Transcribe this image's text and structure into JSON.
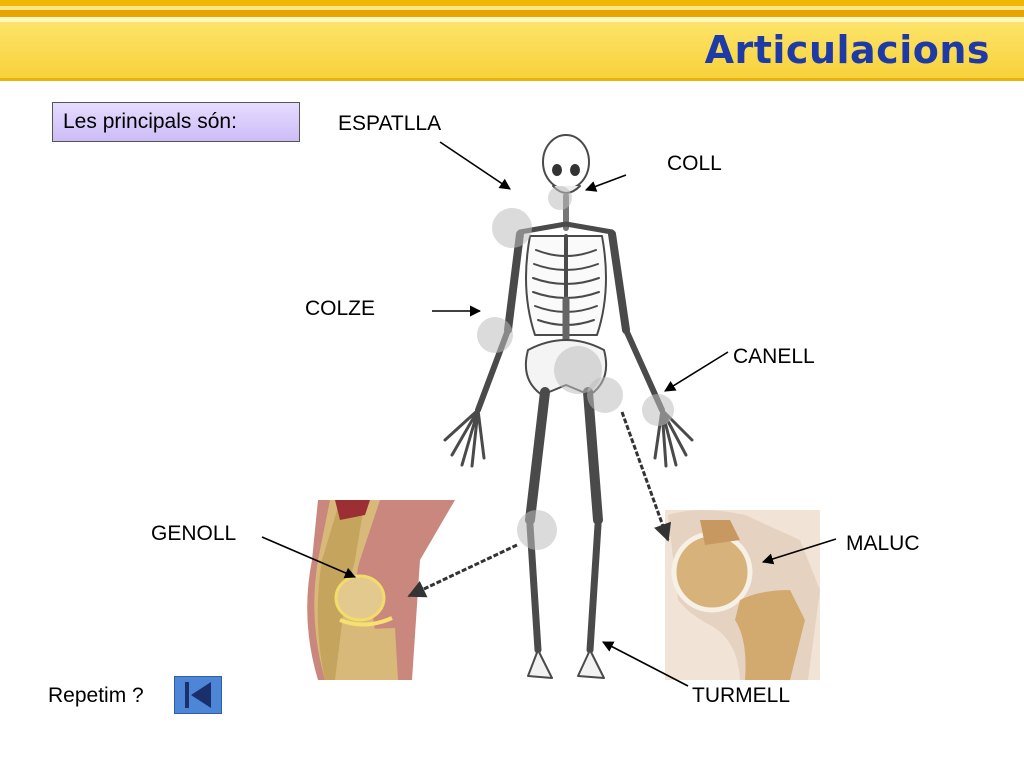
{
  "title": "Articulacions",
  "intro": "Les principals són:",
  "labels": {
    "espatlla": "ESPATLLA",
    "coll": "COLL",
    "colze": "COLZE",
    "canell": "CANELL",
    "genoll": "GENOLL",
    "maluc": "MALUC",
    "turmell": "TURMELL"
  },
  "nav": {
    "repeat_label": "Repetim ?"
  },
  "colors": {
    "title": "#1d3aa6",
    "header": "#f7d23a",
    "intro_box": "#cdbcf6",
    "button": "#4d86d6"
  }
}
